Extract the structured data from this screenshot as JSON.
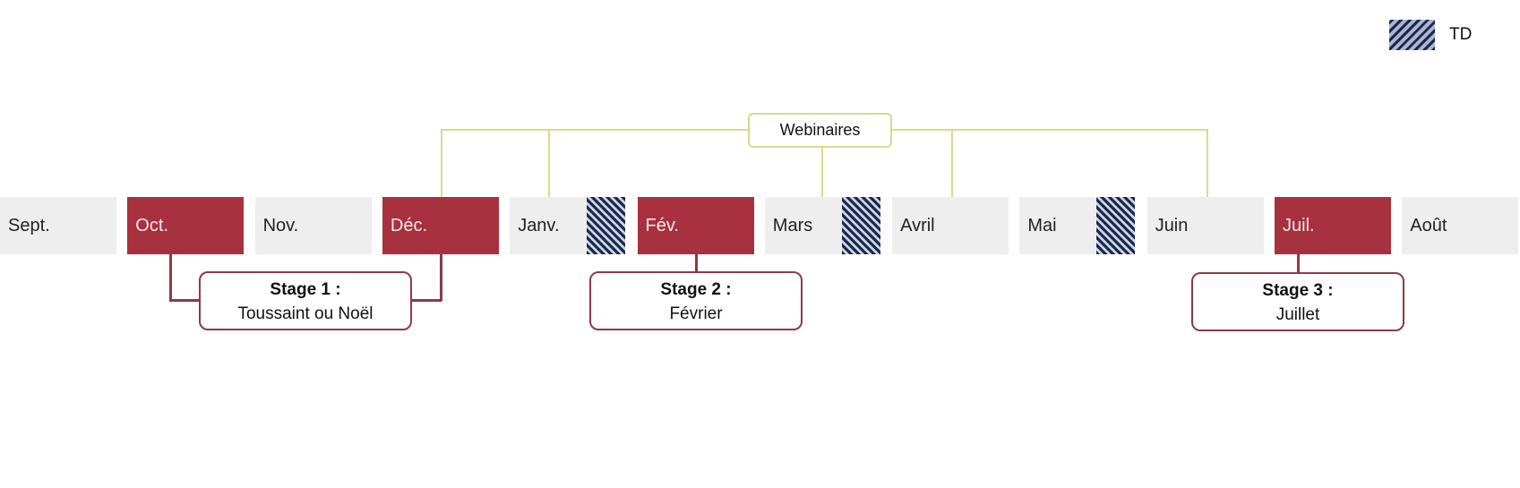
{
  "legend": {
    "label": "TD",
    "colors": {
      "hatch_dark": "#1f2747",
      "hatch_light": "#aab6d2"
    }
  },
  "webinaires": {
    "label": "Webinaires",
    "color": "#d6dc8c"
  },
  "months": [
    {
      "label": "Sept.",
      "highlight": false,
      "td": false
    },
    {
      "label": "Oct.",
      "highlight": true,
      "td": false
    },
    {
      "label": "Nov.",
      "highlight": false,
      "td": false
    },
    {
      "label": "Déc.",
      "highlight": true,
      "td": false
    },
    {
      "label": "Janv.",
      "highlight": false,
      "td": true
    },
    {
      "label": "Fév.",
      "highlight": true,
      "td": false
    },
    {
      "label": "Mars",
      "highlight": false,
      "td": true
    },
    {
      "label": "Avril",
      "highlight": false,
      "td": false
    },
    {
      "label": "Mai",
      "highlight": false,
      "td": true
    },
    {
      "label": "Juin",
      "highlight": false,
      "td": false
    },
    {
      "label": "Juil.",
      "highlight": true,
      "td": false
    },
    {
      "label": "Août",
      "highlight": false,
      "td": false
    }
  ],
  "stages": [
    {
      "title": "Stage 1 :",
      "subtitle": "Toussaint ou Noël"
    },
    {
      "title": "Stage 2 :",
      "subtitle": "Février"
    },
    {
      "title": "Stage 3 :",
      "subtitle": "Juillet"
    }
  ],
  "colors": {
    "highlight": "#a8313f",
    "neutral": "#eeeeee",
    "stage_border": "#8b3a4a"
  }
}
